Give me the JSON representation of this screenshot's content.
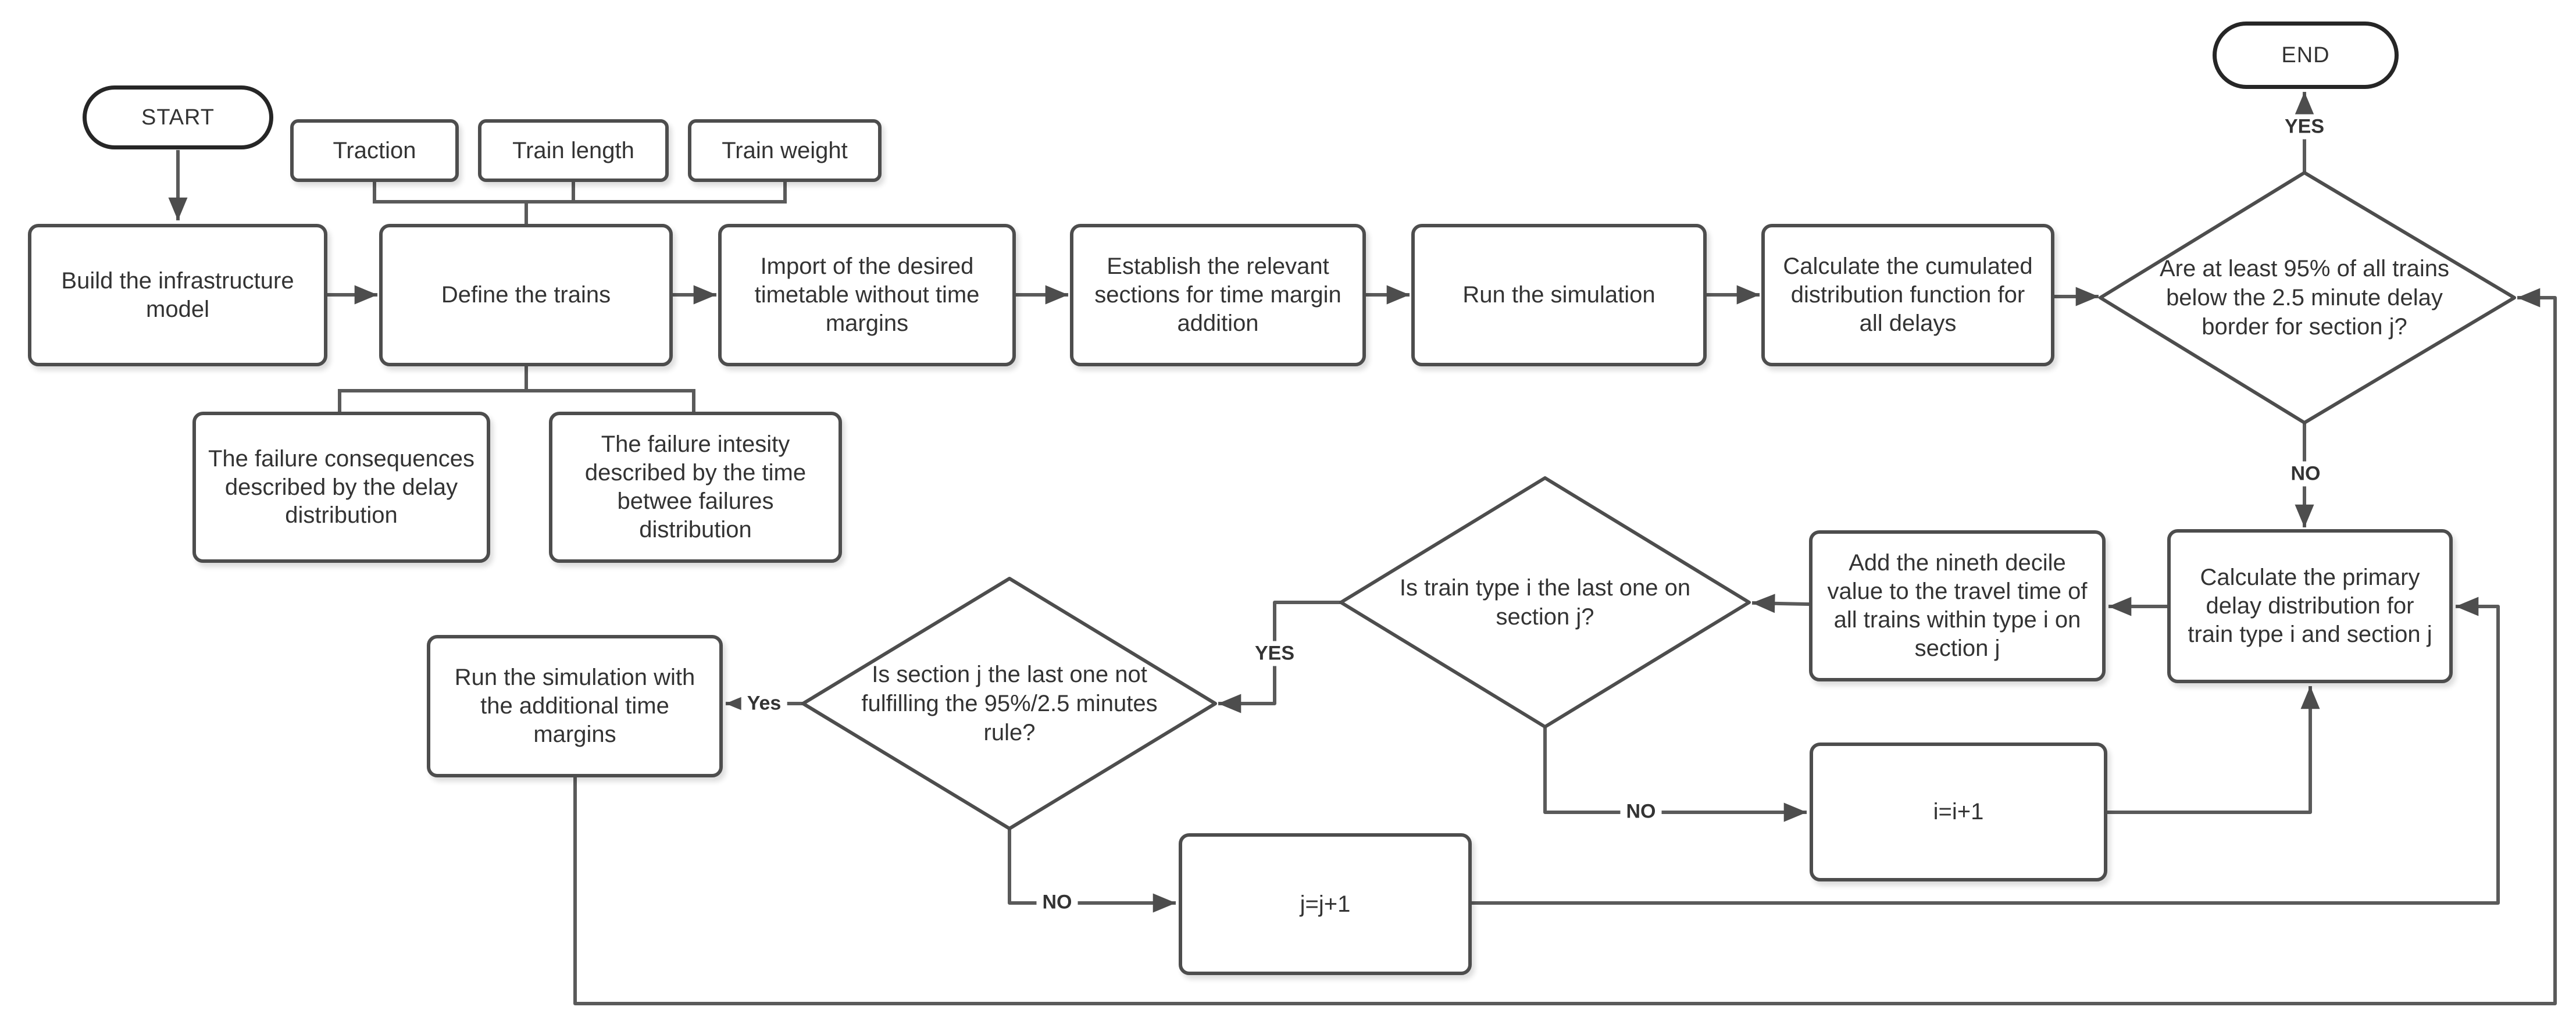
{
  "diagram": {
    "colors": {
      "background": "#ffffff",
      "node_border": "#4d4d4d",
      "terminator_border": "#262626",
      "line": "#5a5a5a",
      "text": "#333333"
    },
    "nodes": {
      "start": {
        "label": "START"
      },
      "traction": {
        "label": "Traction"
      },
      "train_length": {
        "label": "Train length"
      },
      "train_weight": {
        "label": "Train weight"
      },
      "build_infrastructure": {
        "label": "Build the infrastructure model"
      },
      "define_trains": {
        "label": "Define the trains"
      },
      "import_timetable": {
        "label": "Import of the desired timetable without time margins"
      },
      "establish_sections": {
        "label": "Establish the relevant sections for time margin addition"
      },
      "run_simulation": {
        "label": "Run the simulation"
      },
      "calc_cumulated": {
        "label": "Calculate the cumulated distribution function for all delays"
      },
      "decision_95": {
        "label": "Are at least 95% of all trains below the 2.5 minute delay border for section j?"
      },
      "end": {
        "label": "END"
      },
      "failure_consequences": {
        "label": "The failure consequences described by the delay distribution"
      },
      "failure_intensity": {
        "label": "The failure intesity described by the time betwee failures distribution"
      },
      "decision_train_type": {
        "label": "Is train type i the last one on section j?"
      },
      "add_nineth_decile": {
        "label": "Add the nineth decile value to the travel time of all trains within type i on section j"
      },
      "calc_primary": {
        "label": "Calculate the primary delay distribution for train type i and section j"
      },
      "run_margins": {
        "label": "Run the simulation with the additional time margins"
      },
      "decision_section": {
        "label": "Is section j the last one not fulfilling the 95%/2.5 minutes rule?"
      },
      "i_increment": {
        "label": "i=i+1"
      },
      "j_increment": {
        "label": "j=j+1"
      }
    },
    "edge_labels": {
      "d95_yes": "YES",
      "d95_no": "NO",
      "train_yes": "YES",
      "train_no": "NO",
      "section_yes": "Yes",
      "section_no": "NO"
    }
  }
}
